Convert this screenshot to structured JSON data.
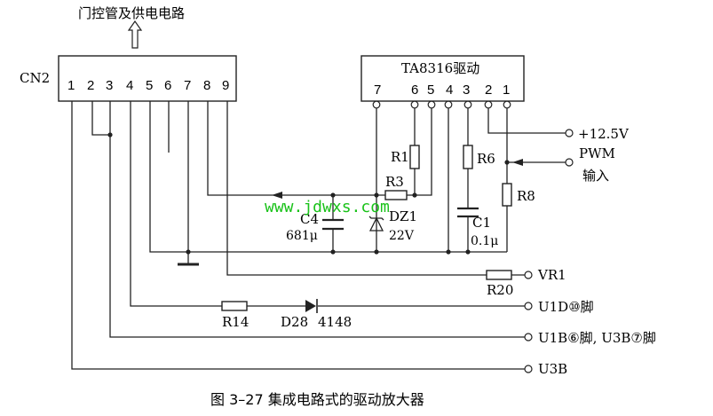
{
  "header_label": "门控管及供电电路",
  "connector": {
    "name": "CN2",
    "pins": [
      "1",
      "2",
      "3",
      "4",
      "5",
      "6",
      "7",
      "8",
      "9"
    ]
  },
  "ic": {
    "name": "TA8316驱动",
    "pins": [
      "7",
      "6",
      "5",
      "4",
      "3",
      "2",
      "1"
    ]
  },
  "components": {
    "r1": "R1",
    "r3": "R3",
    "r6": "R6",
    "r8": "R8",
    "r14": "R14",
    "r20": "R20",
    "c4": "C4",
    "c4_value": "681μ",
    "dz1": "DZ1",
    "dz1_value": "22V",
    "c1": "C1",
    "c1_value": "0.1μ",
    "d28": "D28",
    "d28_value": "4148"
  },
  "terminals": {
    "supply": "+12.5V",
    "pwm_line1": "PWM",
    "pwm_line2": "输入",
    "vr1": "VR1",
    "u1d": "U1D⑩脚",
    "u1b": "U1B⑥脚, U3B⑦脚",
    "u3b": "U3B"
  },
  "watermark": "www.jdwxs.com",
  "caption": "图 3–27    集成电路式的驱动放大器"
}
